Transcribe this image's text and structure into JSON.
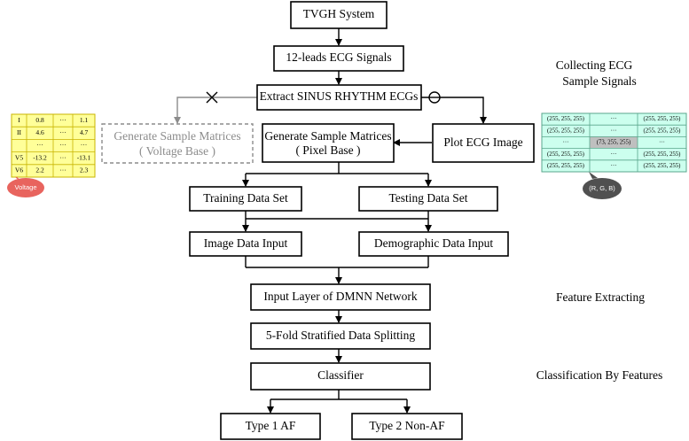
{
  "boxes": {
    "tvgh": "TVGH System",
    "ecg12": "12-leads ECG Signals",
    "extract": "Extract SINUS RHYTHM ECGs",
    "gen_voltage_1": "Generate Sample Matrices",
    "gen_voltage_2": "( Voltage Base )",
    "gen_pixel_1": "Generate Sample Matrices",
    "gen_pixel_2": "( Pixel Base )",
    "plot": "Plot ECG Image",
    "training": "Training Data Set",
    "testing": "Testing Data Set",
    "image_input": "Image Data Input",
    "demo_input": "Demographic Data Input",
    "input_layer": "Input Layer of DMNN Network",
    "fold": "5-Fold Stratified Data Splitting",
    "classifier": "Classifier",
    "type1": "Type 1 AF",
    "type2": "Type 2 Non-AF"
  },
  "side_labels": {
    "collecting_1": "Collecting ECG",
    "collecting_2": "Sample Signals",
    "feature": "Feature Extracting",
    "classification": "Classification By Features"
  },
  "voltage_table": {
    "rows": [
      [
        "I",
        "0.8",
        "···",
        "1.1"
      ],
      [
        "II",
        "4.6",
        "···",
        "4.7"
      ],
      [
        "",
        "···",
        "···",
        "···"
      ],
      [
        "V5",
        "-13.2",
        "···",
        "-13.1"
      ],
      [
        "V6",
        "2.2",
        "···",
        "2.3"
      ]
    ],
    "badge": "Voltage",
    "fill_color": "#ffff99",
    "badge_color": "#e8645e"
  },
  "pixel_table": {
    "rows": [
      [
        "(255, 255, 255)",
        "···",
        "(255, 255, 255)"
      ],
      [
        "(255, 255, 255)",
        "···",
        "(255, 255, 255)"
      ],
      [
        "···",
        "(73, 255, 255)",
        "···"
      ],
      [
        "(255, 255, 255)",
        "···",
        "(255, 255, 255)"
      ],
      [
        "(255, 255, 255)",
        "···",
        "(255, 255, 255)"
      ]
    ],
    "badge": "(R, G, B)",
    "fill_color": "#ccffee",
    "center_color": "#bfbfbf",
    "badge_color": "#505050"
  }
}
